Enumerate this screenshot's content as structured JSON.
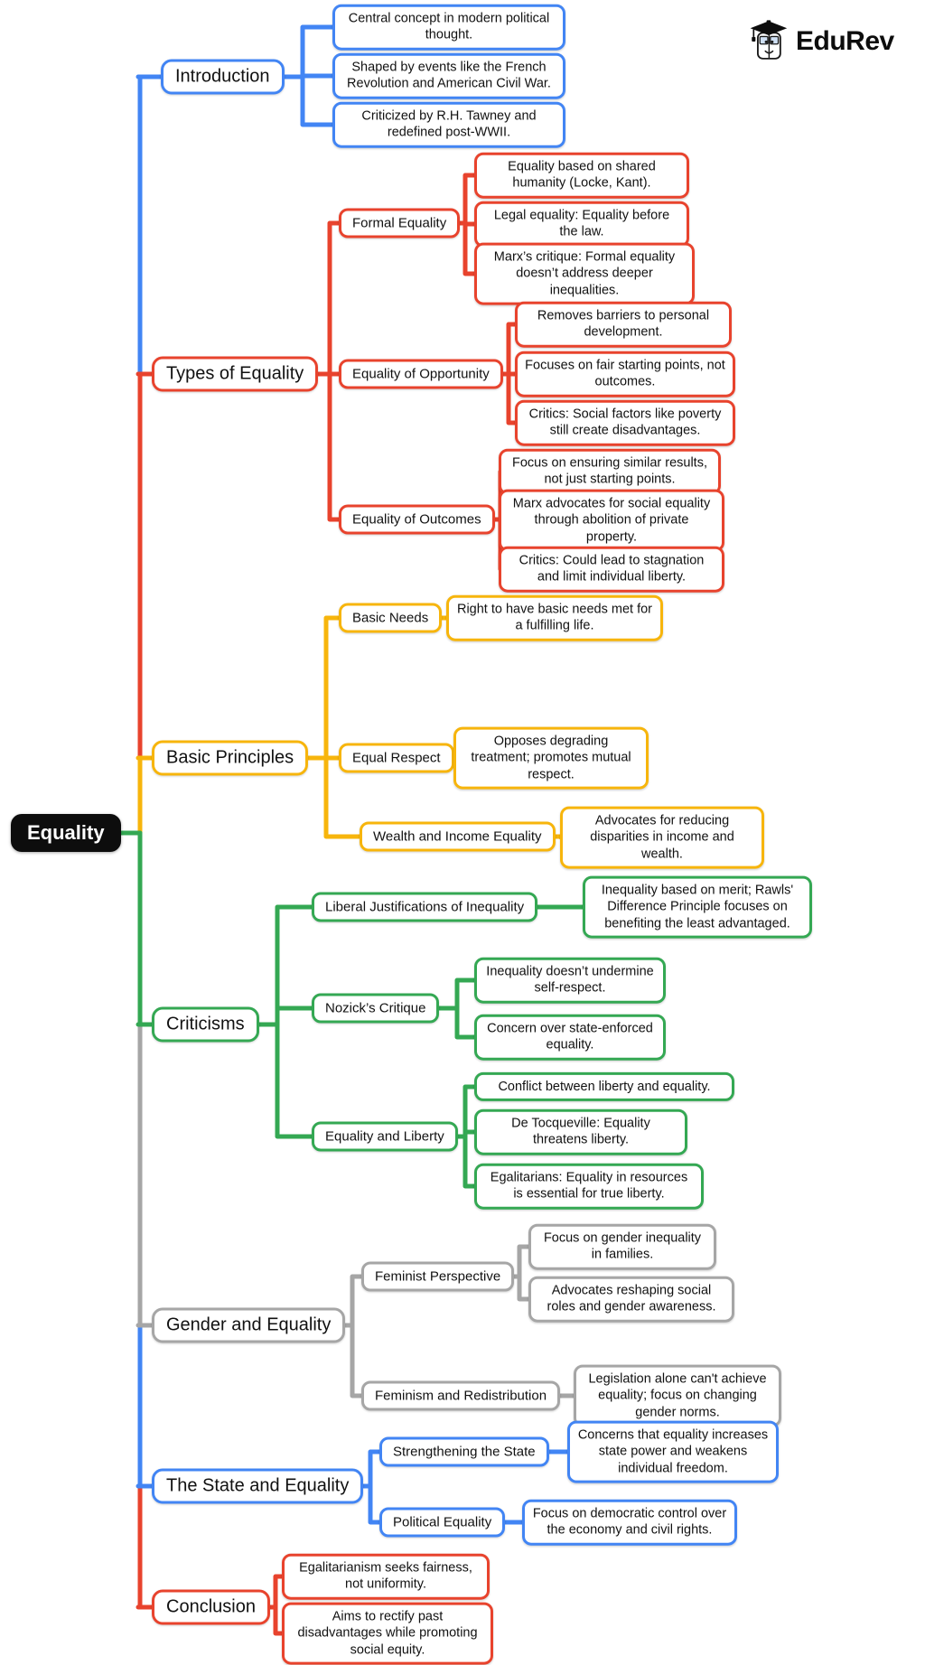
{
  "logo": {
    "brand": "EduRev"
  },
  "root": {
    "label": "Equality",
    "color": "#0d0d0d"
  },
  "branches": [
    {
      "id": "introduction",
      "label": "Introduction",
      "color": "#4285F4",
      "children": [
        {
          "label": "Central concept in modern political thought."
        },
        {
          "label": "Shaped by events like the French Revolution and American Civil War."
        },
        {
          "label": "Criticized by R.H. Tawney and redefined post-WWII."
        }
      ]
    },
    {
      "id": "types-of-equality",
      "label": "Types of Equality",
      "color": "#E8432D",
      "children": [
        {
          "id": "formal-equality",
          "label": "Formal Equality",
          "children": [
            {
              "label": "Equality based on shared humanity (Locke, Kant)."
            },
            {
              "label": "Legal equality: Equality before the law."
            },
            {
              "label": "Marx’s critique: Formal equality doesn’t address deeper inequalities."
            }
          ]
        },
        {
          "id": "equality-of-opportunity",
          "label": "Equality of Opportunity",
          "children": [
            {
              "label": "Removes barriers to personal development."
            },
            {
              "label": "Focuses on fair starting points, not outcomes."
            },
            {
              "label": "Critics: Social factors like poverty still create disadvantages."
            }
          ]
        },
        {
          "id": "equality-of-outcomes",
          "label": "Equality of Outcomes",
          "children": [
            {
              "label": "Focus on ensuring similar results, not just starting points."
            },
            {
              "label": "Marx advocates for social equality through abolition of private property."
            },
            {
              "label": "Critics: Could lead to stagnation and limit individual liberty."
            }
          ]
        }
      ]
    },
    {
      "id": "basic-principles",
      "label": "Basic Principles",
      "color": "#F7B50C",
      "children": [
        {
          "id": "basic-needs",
          "label": "Basic Needs",
          "children": [
            {
              "label": "Right to have basic needs met for a fulfilling life."
            }
          ]
        },
        {
          "id": "equal-respect",
          "label": "Equal Respect",
          "children": [
            {
              "label": "Opposes degrading treatment; promotes mutual respect."
            }
          ]
        },
        {
          "id": "wealth-and-income-equality",
          "label": "Wealth and Income Equality",
          "children": [
            {
              "label": "Advocates for reducing disparities in income and wealth."
            }
          ]
        }
      ]
    },
    {
      "id": "criticisms",
      "label": "Criticisms",
      "color": "#34A853",
      "children": [
        {
          "id": "liberal-justifications-of-inequality",
          "label": "Liberal Justifications of Inequality",
          "children": [
            {
              "label": "Inequality based on merit; Rawls' Difference Principle focuses on benefiting the least advantaged."
            }
          ]
        },
        {
          "id": "nozicks-critique",
          "label": "Nozick’s Critique",
          "children": [
            {
              "label": "Inequality doesn’t undermine self-respect."
            },
            {
              "label": "Concern over state-enforced equality."
            }
          ]
        },
        {
          "id": "equality-and-liberty",
          "label": "Equality and Liberty",
          "children": [
            {
              "label": "Conflict between liberty and equality."
            },
            {
              "label": "De Tocqueville: Equality threatens liberty."
            },
            {
              "label": "Egalitarians: Equality in resources is essential for true liberty."
            }
          ]
        }
      ]
    },
    {
      "id": "gender-and-equality",
      "label": "Gender and Equality",
      "color": "#A6A6A6",
      "children": [
        {
          "id": "feminist-perspective",
          "label": "Feminist Perspective",
          "children": [
            {
              "label": "Focus on gender inequality in families."
            },
            {
              "label": "Advocates reshaping social roles and gender awareness."
            }
          ]
        },
        {
          "id": "feminism-and-redistribution",
          "label": "Feminism and Redistribution",
          "children": [
            {
              "label": "Legislation alone can't achieve equality; focus on changing gender norms."
            }
          ]
        }
      ]
    },
    {
      "id": "the-state-and-equality",
      "label": "The State and Equality",
      "color": "#4285F4",
      "children": [
        {
          "id": "strengthening-the-state",
          "label": "Strengthening the State",
          "children": [
            {
              "label": "Concerns that equality increases state power and weakens individual freedom."
            }
          ]
        },
        {
          "id": "political-equality",
          "label": "Political Equality",
          "children": [
            {
              "label": "Focus on democratic control over the economy and civil rights."
            }
          ]
        }
      ]
    },
    {
      "id": "conclusion",
      "label": "Conclusion",
      "color": "#E8432D",
      "children": [
        {
          "label": "Egalitarianism seeks fairness, not uniformity."
        },
        {
          "label": "Aims to rectify past disadvantages while promoting social equity."
        }
      ]
    }
  ]
}
